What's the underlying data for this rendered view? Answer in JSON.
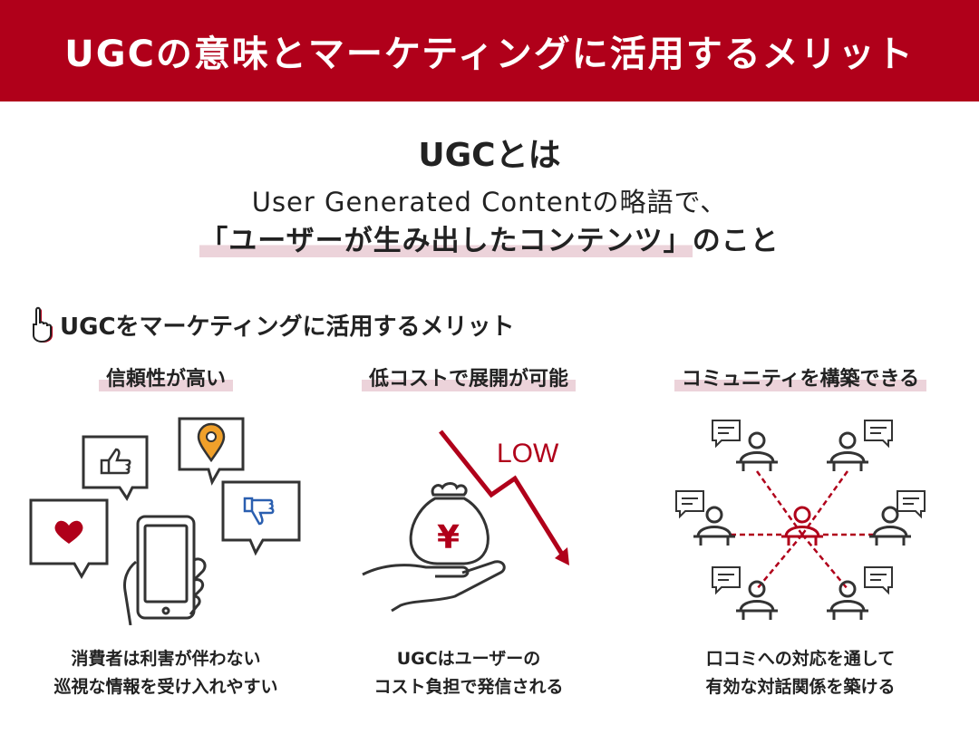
{
  "header": {
    "title": "UGCの意味とマーケティングに活用するメリット"
  },
  "intro": {
    "heading": "UGCとは",
    "line1": "User Generated Contentの略語で、",
    "line2_highlight": "「ユーザーが生み出したコンテンツ」",
    "line2_rest": "のこと"
  },
  "section": {
    "title": "UGCをマーケティングに活用するメリット",
    "icon": "pointing-hand-icon"
  },
  "columns": [
    {
      "title": "信頼性が高い",
      "caption1": "消費者は利害が伴わない",
      "caption2": "巡視な情報を受け入れやすい"
    },
    {
      "title": "低コストで展開が可能",
      "caption1": "UGCはユーザーの",
      "caption2": "コスト負担で発信される",
      "low_label": "LOW",
      "yen": "¥"
    },
    {
      "title": "コミュニティを構築できる",
      "caption1": "口コミへの対応を通して",
      "caption2": "有効な対話関係を築ける"
    }
  ],
  "colors": {
    "brand": "#b0001a",
    "highlight": "#ecd3da",
    "orange": "#f0a02a",
    "teal": "#2fb5a0"
  }
}
